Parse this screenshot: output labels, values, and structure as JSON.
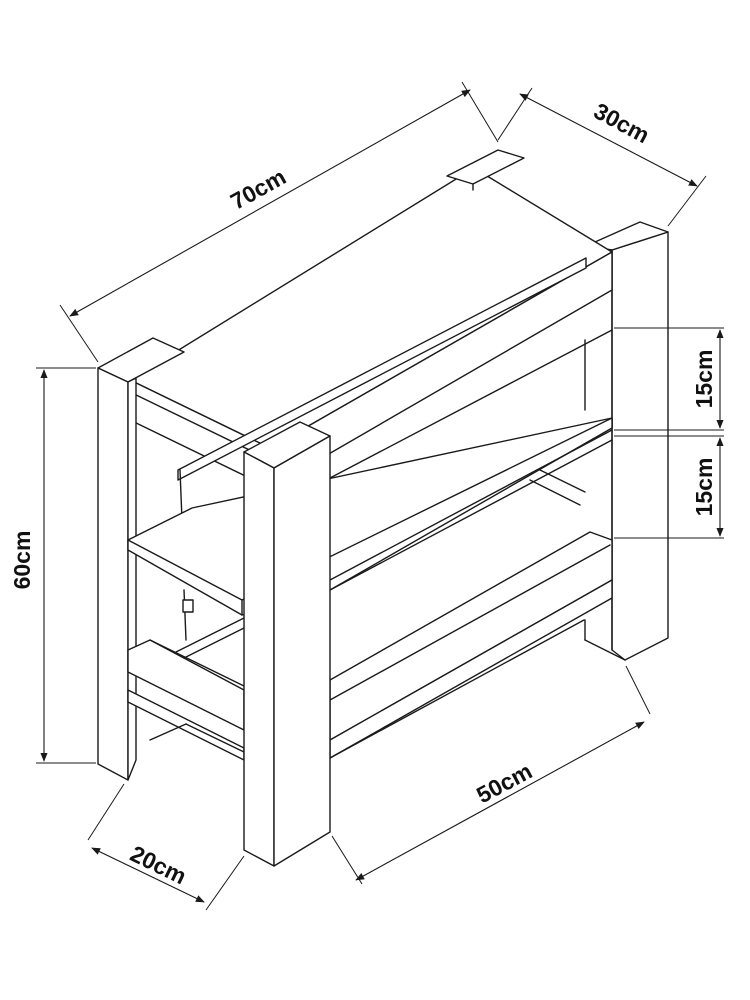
{
  "dimensions": {
    "width": "70cm",
    "depth": "30cm",
    "height": "60cm",
    "shelf_upper_spacing": "15cm",
    "shelf_lower_spacing": "15cm",
    "inner_width": "50cm",
    "leg_depth": "20cm"
  },
  "colors": {
    "line": "#1a1a1a",
    "background": "#ffffff"
  }
}
